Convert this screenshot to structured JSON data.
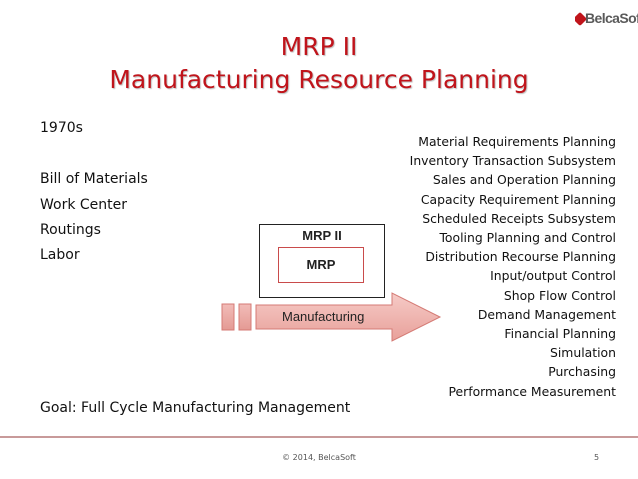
{
  "slide": {
    "title_line1": "MRP II",
    "title_line2": "Manufacturing Resource Planning",
    "logo": {
      "text_main": "Belca",
      "text_accent": "Soft",
      "brand_color": "#5a5a5a",
      "icon": "belcasoft-emblem-icon"
    },
    "left": {
      "year": "1970s",
      "items": [
        "Bill of Materials",
        "Work Center",
        "Routings",
        "Labor"
      ],
      "goal": "Goal: Full Cycle Manufacturing Management"
    },
    "right_list": [
      "Material Requirements Planning",
      "Inventory Transaction Subsystem",
      "Sales and Operation Planning",
      "Capacity Requirement Planning",
      "Scheduled Receipts Subsystem",
      "Tooling Planning and Control",
      "Distribution Recourse Planning",
      "Input/output Control",
      "Shop Flow Control",
      "Demand Management",
      "Financial Planning",
      "Simulation",
      "Purchasing",
      "Performance Measurement"
    ],
    "diagram": {
      "outer_label": "MRP II",
      "inner_label": "MRP",
      "arrow_label": "Manufacturing",
      "arrow_color": "#e8a4a0",
      "arrow_border": "#d47a74",
      "inner_border": "#c94b4b"
    },
    "footer": {
      "copyright": "© 2014, BelcaSoft",
      "page": "5"
    },
    "accent_color": "#c0141b"
  }
}
